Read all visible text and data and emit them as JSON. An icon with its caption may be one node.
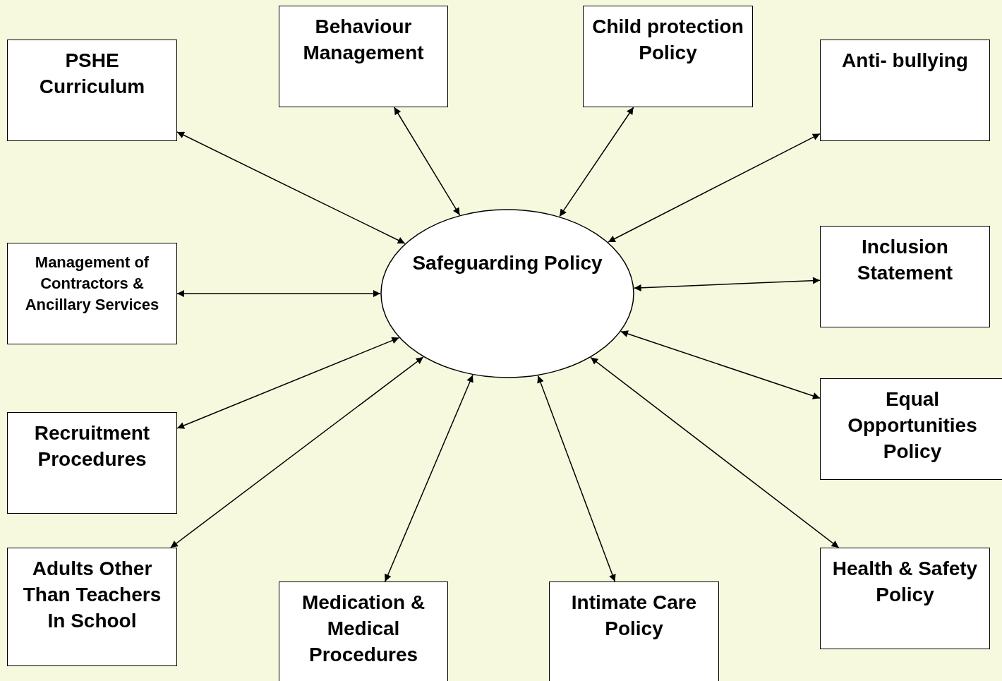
{
  "diagram": {
    "nodes": [
      {
        "text": [
          "PSHE Curriculum"
        ]
      },
      {
        "text": [
          "Behaviour Management"
        ]
      },
      {
        "text": [
          "Child protection Policy"
        ]
      },
      {
        "text": [
          "Anti- bullying"
        ]
      },
      {
        "text": [
          "Safeguarding Policy"
        ]
      },
      {
        "text": [
          "Management of Contractors & Ancillary Services"
        ]
      },
      {
        "text": [
          "Inclusion Statement"
        ]
      },
      {
        "text": [
          "Recruitment Procedures"
        ]
      },
      {
        "text": [
          "Equal Opportunities Policy"
        ]
      },
      {
        "text": [
          "Adults Other Than Teachers In School"
        ]
      },
      {
        "text": [
          "Medication & Medical Procedures"
        ]
      },
      {
        "text": [
          "Intimate Care Policy"
        ]
      },
      {
        "text": [
          "Health & Safety Policy"
        ]
      }
    ],
    "edges": [
      {
        "from": 4,
        "to": 0,
        "arrow": "both"
      },
      {
        "from": 4,
        "to": 1,
        "arrow": "both"
      },
      {
        "from": 4,
        "to": 2,
        "arrow": "both"
      },
      {
        "from": 4,
        "to": 3,
        "arrow": "both"
      },
      {
        "from": 4,
        "to": 5,
        "arrow": "both"
      },
      {
        "from": 4,
        "to": 6,
        "arrow": "both"
      },
      {
        "from": 4,
        "to": 7,
        "arrow": "both"
      },
      {
        "from": 4,
        "to": 8,
        "arrow": "both"
      },
      {
        "from": 4,
        "to": 9,
        "arrow": "both"
      },
      {
        "from": 4,
        "to": 10,
        "arrow": "both"
      },
      {
        "from": 4,
        "to": 11,
        "arrow": "both"
      },
      {
        "from": 4,
        "to": 12,
        "arrow": "both"
      }
    ]
  }
}
